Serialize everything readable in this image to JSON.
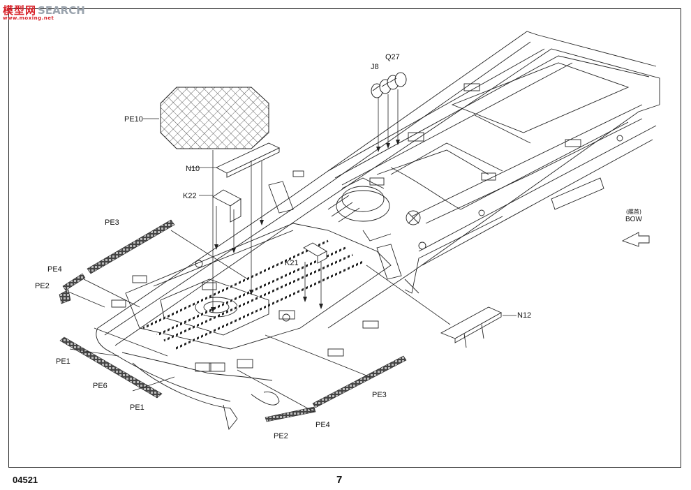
{
  "watermark": {
    "logo": "模型网",
    "search": "SEARCH",
    "url": "www.moxing.net"
  },
  "page": {
    "catalog_number": "04521",
    "page_number": "7"
  },
  "direction": {
    "cn": "(艦首)",
    "en": "BOW"
  },
  "parts": {
    "pe10": "PE10",
    "n10": "N10",
    "k22": "K22",
    "pe3_top": "PE3",
    "pe4_left": "PE4",
    "pe2_left": "PE2",
    "k21": "K21",
    "j8": "J8",
    "q27": "Q27",
    "n12": "N12",
    "pe1_left": "PE1",
    "pe6": "PE6",
    "pe1_bottom": "PE1",
    "pe3_bottom": "PE3",
    "pe4_bottom": "PE4",
    "pe2_bottom": "PE2"
  }
}
